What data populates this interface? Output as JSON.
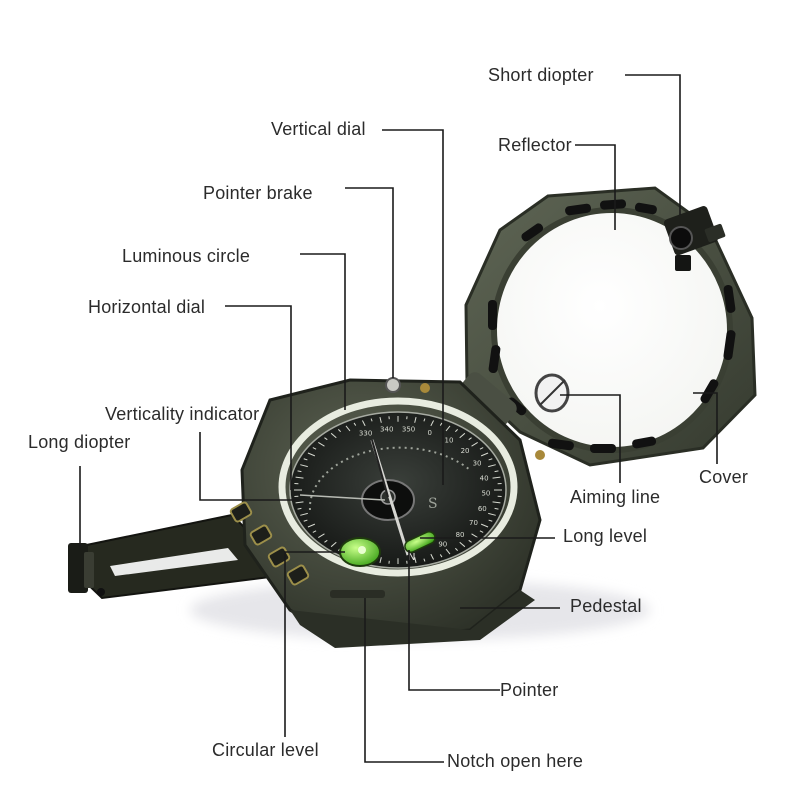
{
  "labels": {
    "short_diopter": "Short diopter",
    "reflector": "Reflector",
    "vertical_dial": "Vertical dial",
    "pointer_brake": "Pointer brake",
    "luminous_circle": "Luminous circle",
    "horizontal_dial": "Horizontal dial",
    "verticality_indicator": "Verticality indicator",
    "long_diopter": "Long diopter",
    "cover": "Cover",
    "aiming_line": "Aiming line",
    "long_level": "Long level",
    "pedestal": "Pedestal",
    "pointer": "Pointer",
    "circular_level": "Circular level",
    "notch_open_here": "Notch open here"
  },
  "dial": {
    "direction_marks": [
      "N",
      "S"
    ],
    "degree_marks": [
      "330",
      "340",
      "350",
      "0",
      "10",
      "20",
      "30",
      "40",
      "50",
      "60",
      "70",
      "80",
      "90"
    ]
  },
  "colors": {
    "body": "#3d4236",
    "body_highlight": "#5a6050",
    "dial_face": "#1c1f1c",
    "luminous_ring": "#e8ece0",
    "bubble": "#7fe03a",
    "leader_line": "#1a1a1a",
    "label_text": "#2b2b2b"
  }
}
